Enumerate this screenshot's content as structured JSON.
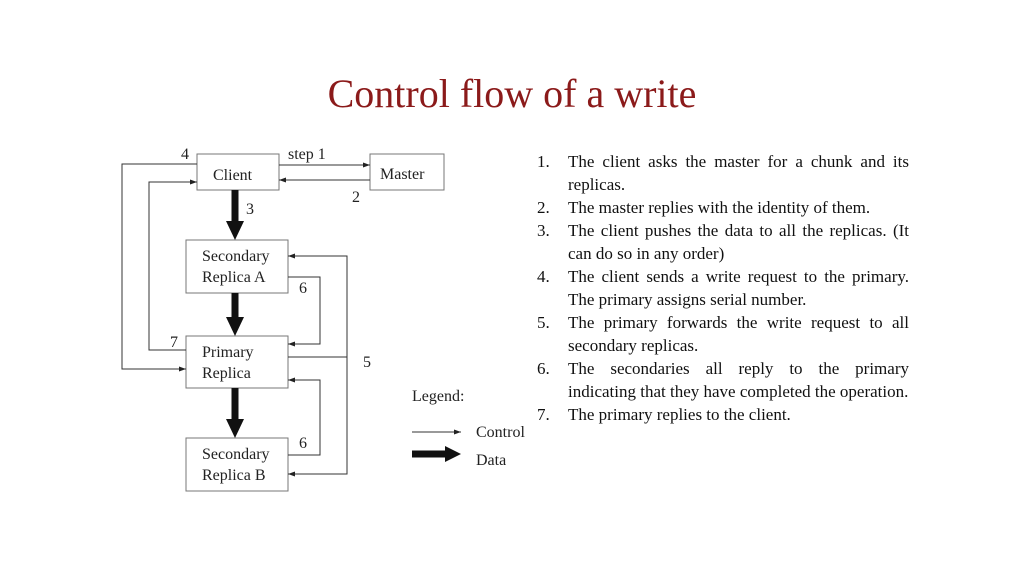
{
  "title": "Control flow of a write",
  "diagram": {
    "nodes": {
      "client": "Client",
      "master": "Master",
      "secondary_a": [
        "Secondary",
        "Replica A"
      ],
      "primary": [
        "Primary",
        "Replica"
      ],
      "secondary_b": [
        "Secondary",
        "Replica B"
      ]
    },
    "edge_labels": {
      "step1": "step 1",
      "two": "2",
      "three": "3",
      "four": "4",
      "five": "5",
      "six_a": "6",
      "six_b": "6",
      "seven": "7"
    },
    "legend": {
      "title": "Legend:",
      "control": "Control",
      "data": "Data"
    }
  },
  "steps": [
    "The client asks the master for a chunk and its  replicas.",
    "The master replies with the identity of them.",
    "The client pushes the data to all the replicas. (It  can do so in any order)",
    "The client sends a write request to the primary. The primary assigns serial number.",
    "The primary forwards the write request to all secondary replicas.",
    "The secondaries all reply to the primary indicating that they have completed the operation.",
    "The primary replies to the client."
  ]
}
